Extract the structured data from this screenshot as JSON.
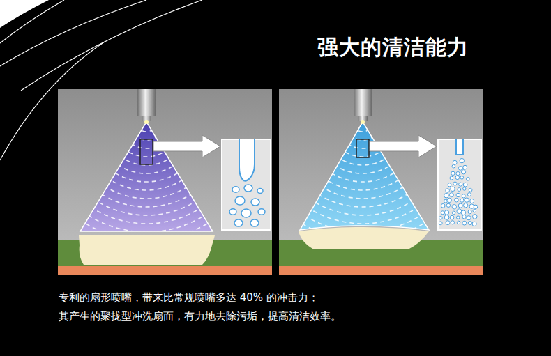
{
  "diagram": {
    "title": "强大的清洁能力",
    "labels": [
      "专利的扇形喷嘴，带来比常规喷嘴多达 40% 的冲击力；",
      "其产生的聚拢型冲洗扇面，有力地去除污垢，提高清洁效率。"
    ]
  }
}
